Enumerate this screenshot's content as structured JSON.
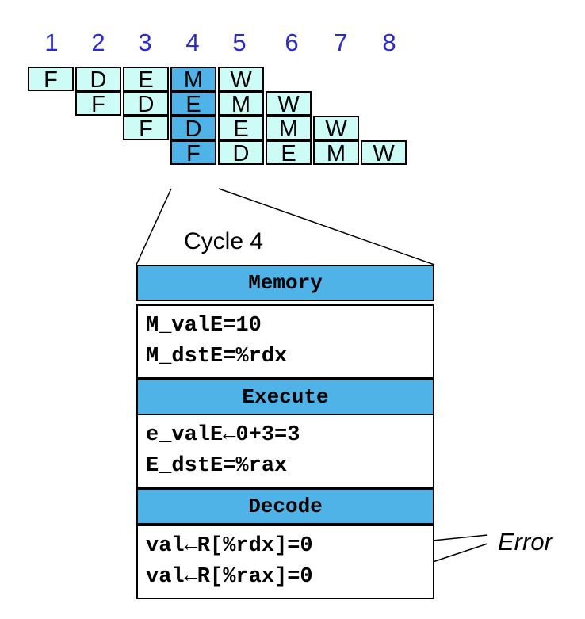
{
  "cycles": [
    "1",
    "2",
    "3",
    "4",
    "5",
    "6",
    "7",
    "8"
  ],
  "pipeline_rows": [
    [
      "F",
      "D",
      "E",
      "M",
      "W"
    ],
    [
      "F",
      "D",
      "E",
      "M",
      "W"
    ],
    [
      "F",
      "D",
      "E",
      "M",
      "W"
    ],
    [
      "F",
      "D",
      "E",
      "M",
      "W"
    ]
  ],
  "highlighted_cycle": "4",
  "detail": {
    "title": "Cycle 4",
    "sections": [
      {
        "header": "Memory",
        "lines": [
          "M_valE=10",
          "M_dstE=%rdx"
        ]
      },
      {
        "header": "Execute",
        "lines": [
          "e_valE←0+3=3",
          "E_dstE=%rax"
        ]
      },
      {
        "header": "Decode",
        "lines": [
          "val←R[%rdx]=0",
          "val←R[%rax]=0"
        ]
      }
    ],
    "annotation": "Error"
  },
  "colors": {
    "stage_fill": "#cdfcf7",
    "highlight_fill": "#4fb3e8",
    "cycle_number": "#2a2ad0"
  }
}
